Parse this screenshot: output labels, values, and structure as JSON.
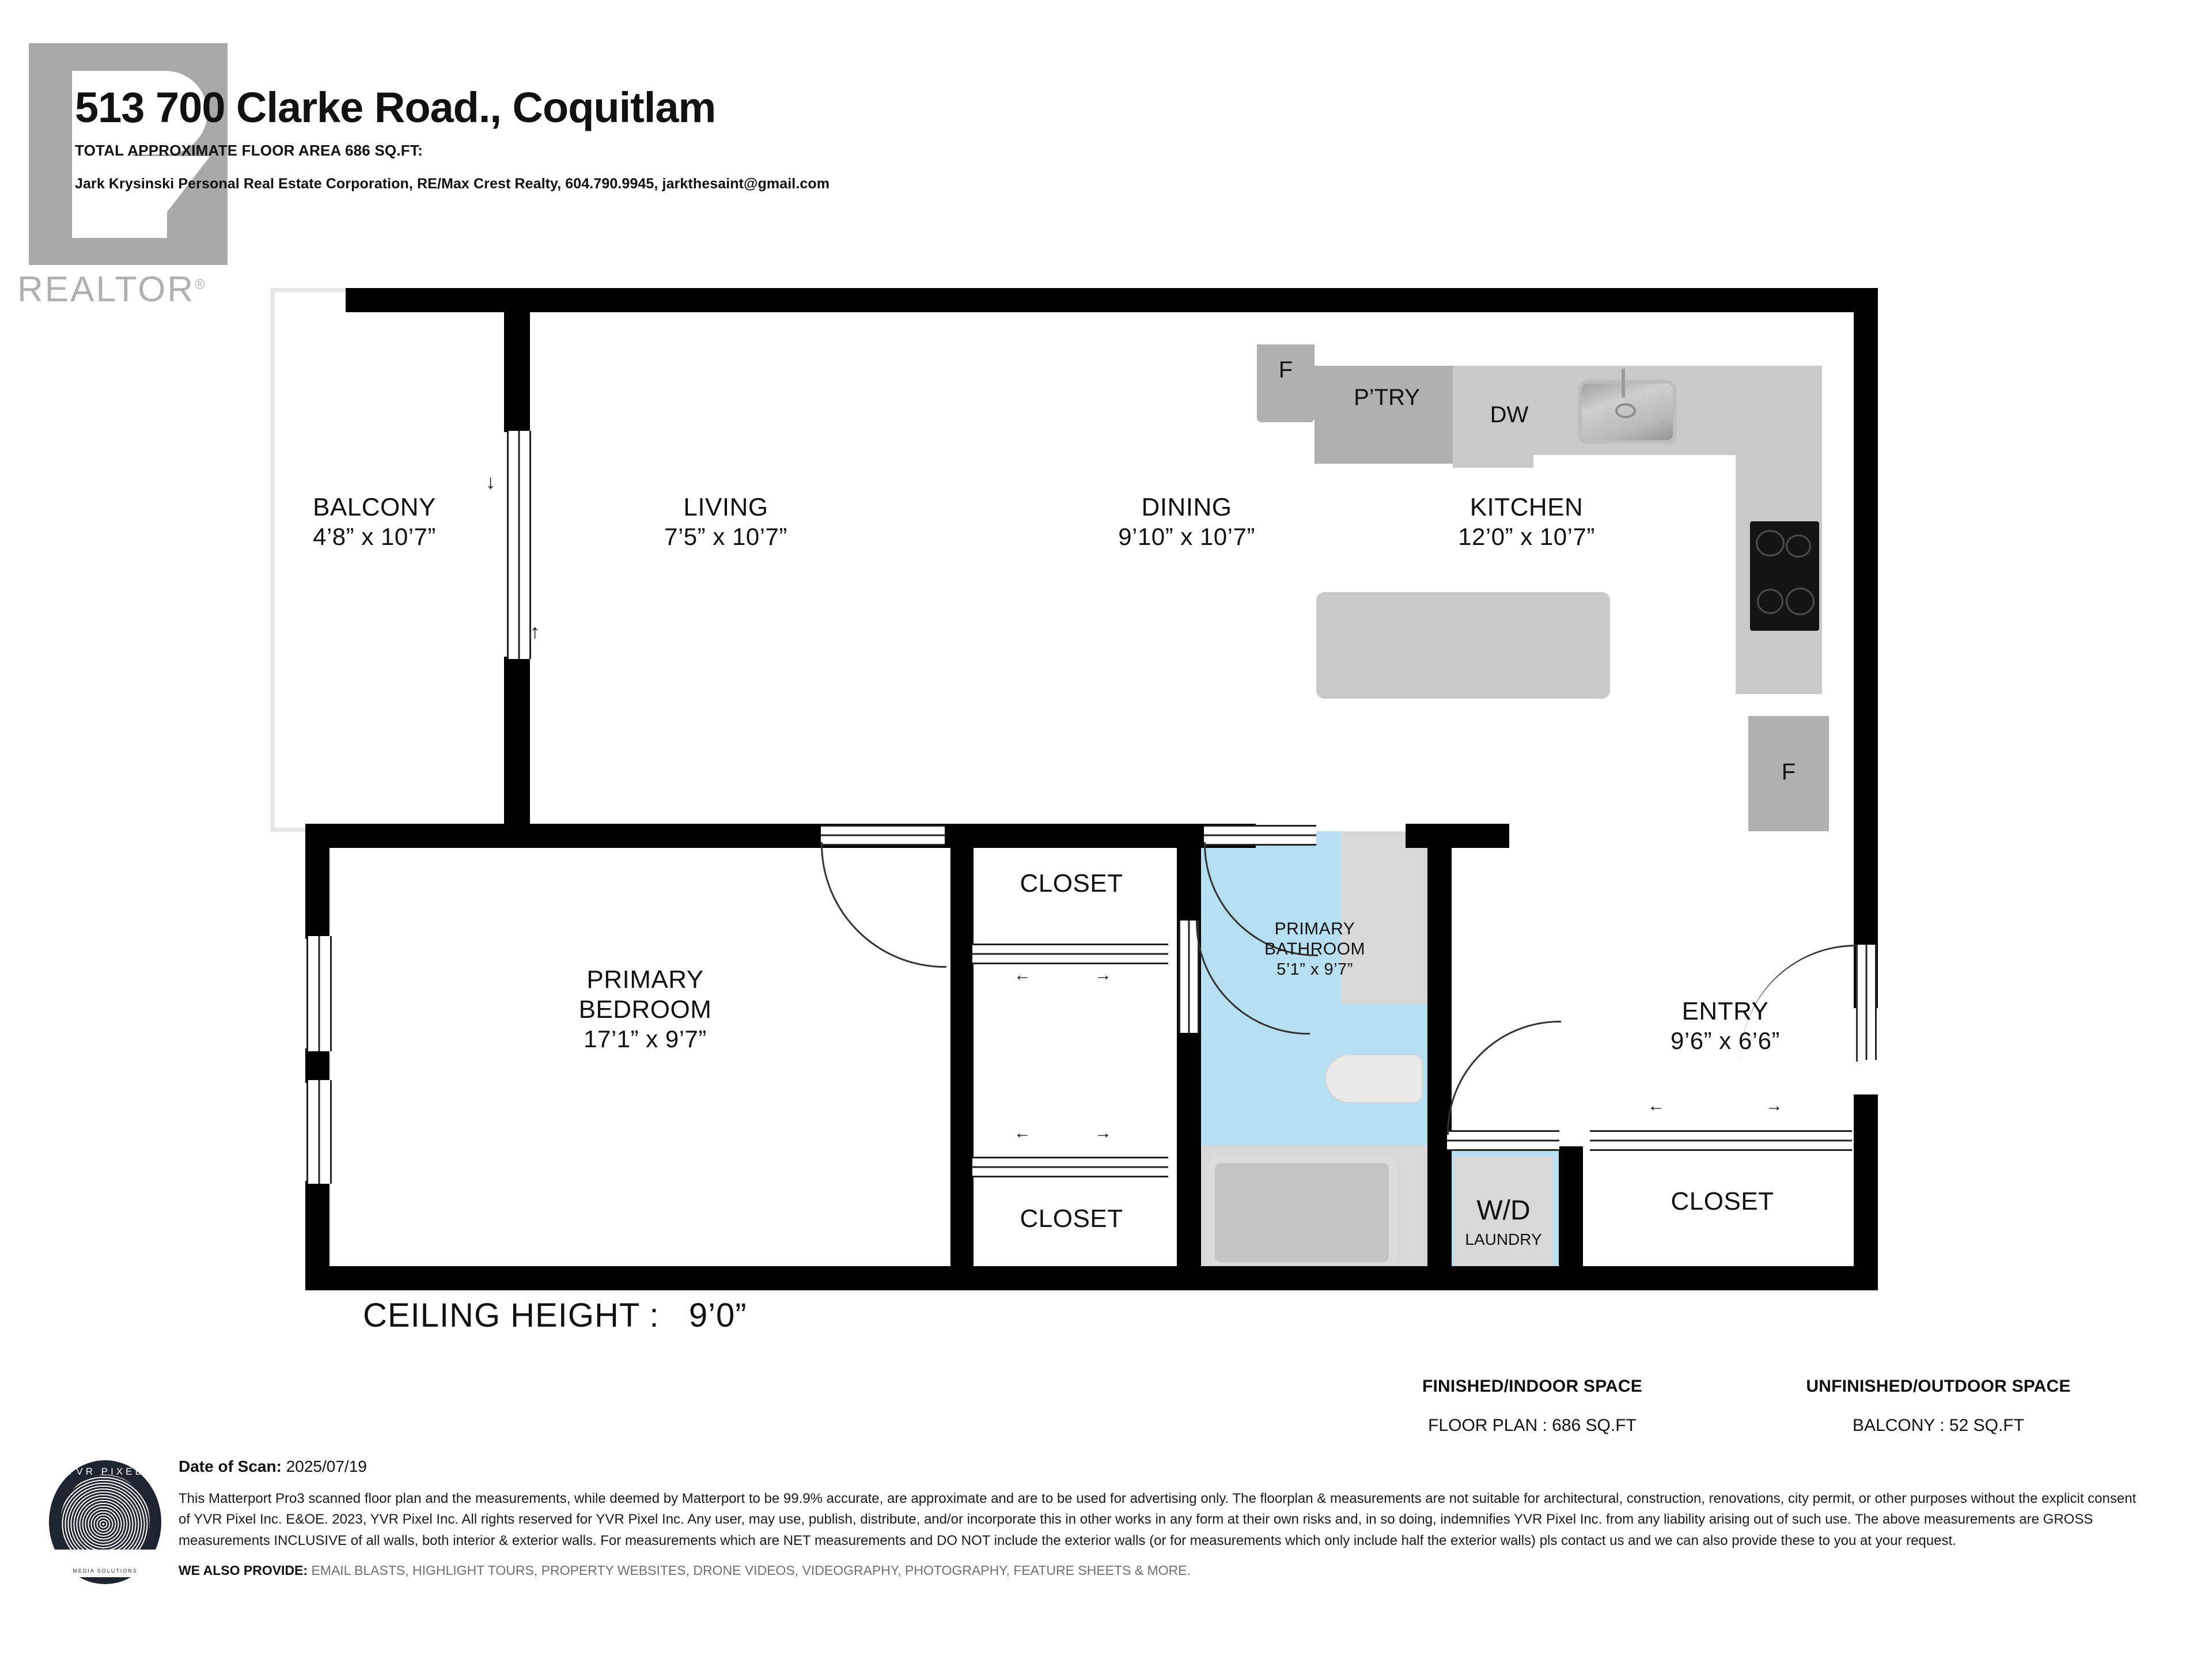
{
  "header": {
    "title": "513 700 Clarke Road., Coquitlam",
    "subtitle": "TOTAL APPROXIMATE FLOOR AREA 686 SQ.FT:",
    "agent": "Jark Krysinski Personal Real Estate Corporation, RE/Max Crest Realty, 604.790.9945, jarkthesaint@gmail.com",
    "realtor_logo_text": "REALTOR",
    "realtor_logo_sup": "®"
  },
  "rooms": {
    "balcony": {
      "name": "BALCONY",
      "dims": "4’8” x 10’7”"
    },
    "living": {
      "name": "LIVING",
      "dims": "7’5” x 10’7”"
    },
    "dining": {
      "name": "DINING",
      "dims": "9’10” x 10’7”"
    },
    "kitchen": {
      "name": "KITCHEN",
      "dims": "12’0” x 10’7”"
    },
    "bedroom": {
      "name1": "PRIMARY",
      "name2": "BEDROOM",
      "dims": "17’1” x 9’7”"
    },
    "bathroom": {
      "name1": "PRIMARY",
      "name2": "BATHROOM",
      "dims": "5’1” x 9’7”"
    },
    "entry": {
      "name": "ENTRY",
      "dims": "9’6” x 6’6”"
    },
    "closet_bed_top": {
      "name": "CLOSET"
    },
    "closet_bed_bottom": {
      "name": "CLOSET"
    },
    "closet_entry": {
      "name": "CLOSET"
    }
  },
  "appliances": {
    "fridge_top": "F",
    "pantry": "P’TRY",
    "dishwasher": "DW",
    "fridge_right": "F",
    "laundry_main": "W/D",
    "laundry_sub": "LAUNDRY"
  },
  "ceiling": {
    "label": "CEILING HEIGHT :",
    "value": "9’0”"
  },
  "areas": {
    "indoor_header": "FINISHED/INDOOR SPACE",
    "indoor_label": "FLOOR PLAN  :  686 SQ.FT",
    "outdoor_header": "UNFINISHED/OUTDOOR SPACE",
    "outdoor_label": "BALCONY  :   52 SQ.FT"
  },
  "footer": {
    "scan_label": "Date of Scan:",
    "scan_value": "2025/07/19",
    "disclaimer": "This Matterport Pro3 scanned floor plan and the measurements, while deemed by Matterport to be 99.9% accurate, are approximate and are to be used for advertising only. The floorplan & measurements are not suitable for architectural, construction, renovations, city permit, or other purposes without the explicit consent of YVR Pixel Inc. E&OE. 2023, YVR Pixel Inc. All rights reserved for YVR Pixel Inc. Any user, may use, publish, distribute, and/or incorporate this in other works in any form at their own risks and, in so doing, indemnifies YVR Pixel Inc. from any liability arising out of such use. The above measurements are GROSS measurements INCLUSIVE of all walls, both interior & exterior walls. For measurements which are NET measurements and DO NOT include the exterior walls (or for measurements which only include half the exterior walls) pls contact us and we can also provide these to you at your request.",
    "provide_label": "WE ALSO PROVIDE:",
    "provide_value": "EMAIL BLASTS, HIGHLIGHT TOURS, PROPERTY WEBSITES, DRONE VIDEOS, VIDEOGRAPHY, PHOTOGRAPHY, FEATURE SHEETS & MORE.",
    "yvr_logo_top": "YVR PIXEL",
    "yvr_logo_bottom": "MEDIA SOLUTIONS"
  },
  "colors": {
    "wall": "#000000",
    "bathroom_floor": "#b6dff2",
    "cabinet": "#d8d8d8",
    "appliance": "#b0b0b0",
    "realtor_gray": "#a8a8a8"
  }
}
